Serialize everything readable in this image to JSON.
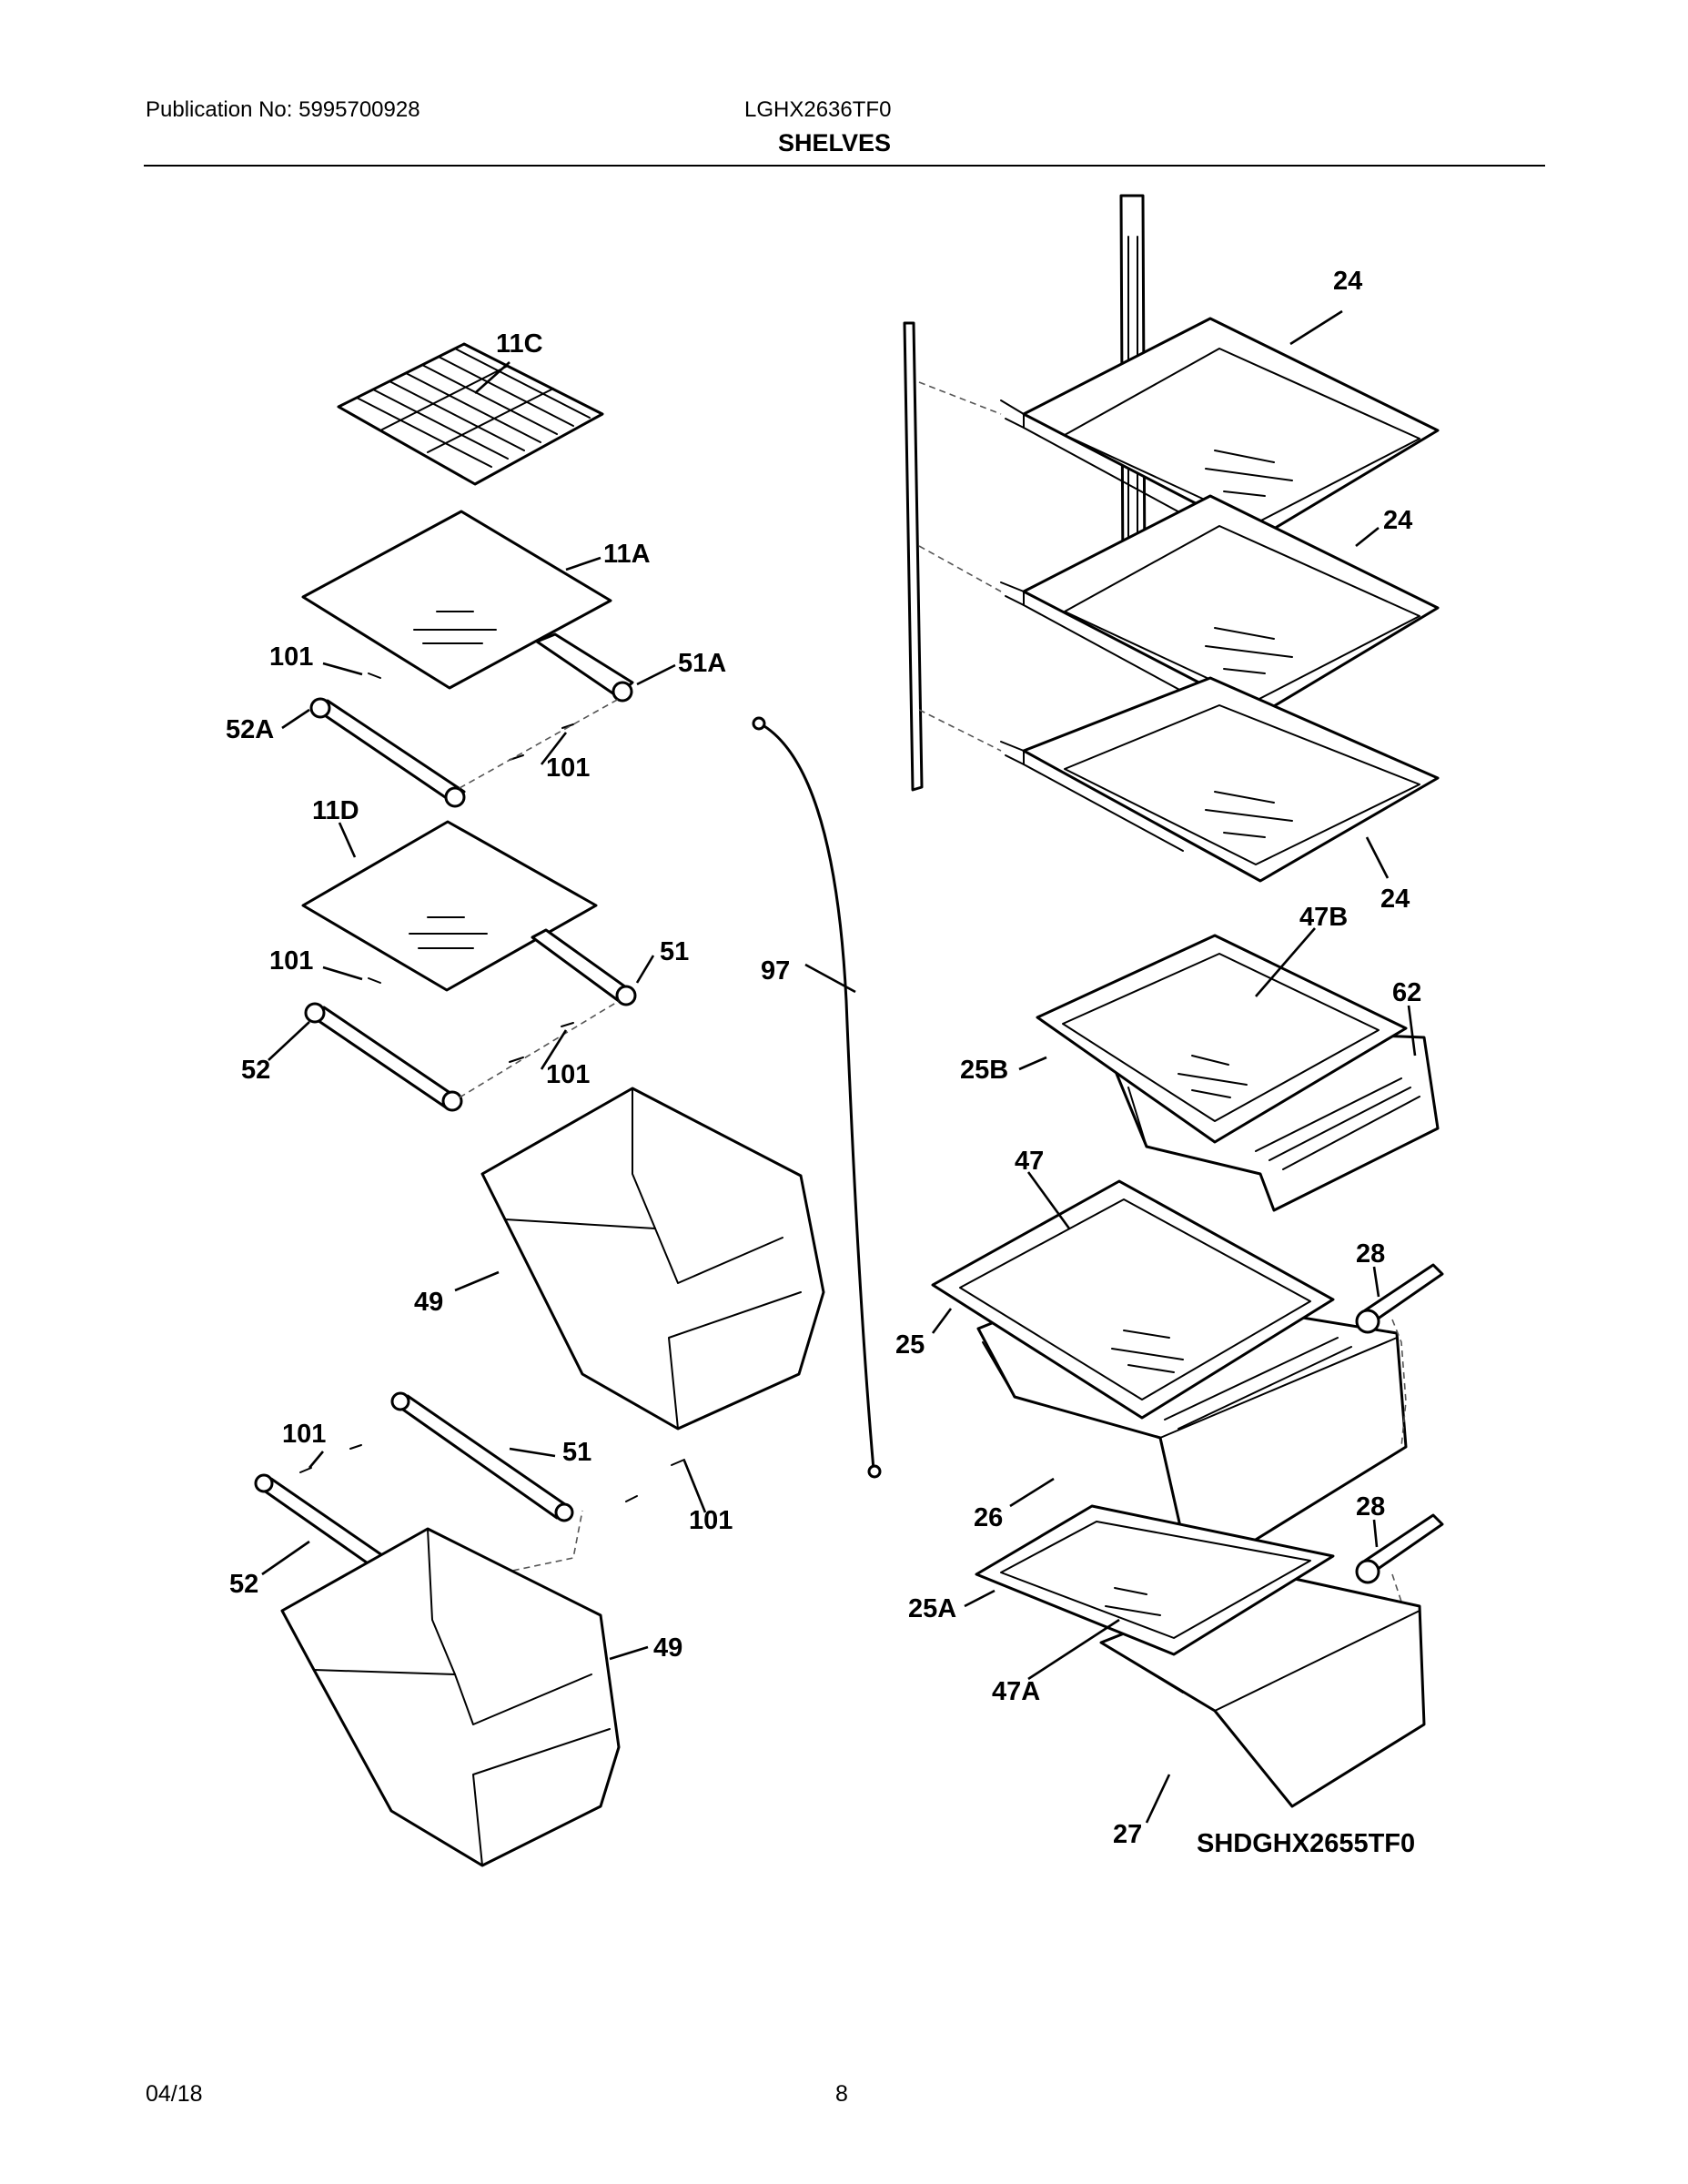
{
  "header": {
    "publication": "Publication No: 5995700928",
    "model": "LGHX2636TF0",
    "title": "SHELVES"
  },
  "diagram": {
    "id": "SHDGHX2655TF0",
    "callouts": {
      "c11C": "11C",
      "c11A": "11A",
      "c101a": "101",
      "c51A": "51A",
      "c52A": "52A",
      "c101b": "101",
      "c11D": "11D",
      "c101c": "101",
      "c51a": "51",
      "c52a": "52",
      "c101d": "101",
      "c49a": "49",
      "c101e": "101",
      "c51b": "51",
      "c101f": "101",
      "c52b": "52",
      "c49b": "49",
      "c97": "97",
      "c24a": "24",
      "c24b": "24",
      "c24c": "24",
      "c47B": "47B",
      "c62": "62",
      "c25B": "25B",
      "c47": "47",
      "c28a": "28",
      "c25": "25",
      "c26": "26",
      "c28b": "28",
      "c25A": "25A",
      "c47A": "47A",
      "c27": "27"
    }
  },
  "footer": {
    "date": "04/18",
    "page": "8"
  }
}
